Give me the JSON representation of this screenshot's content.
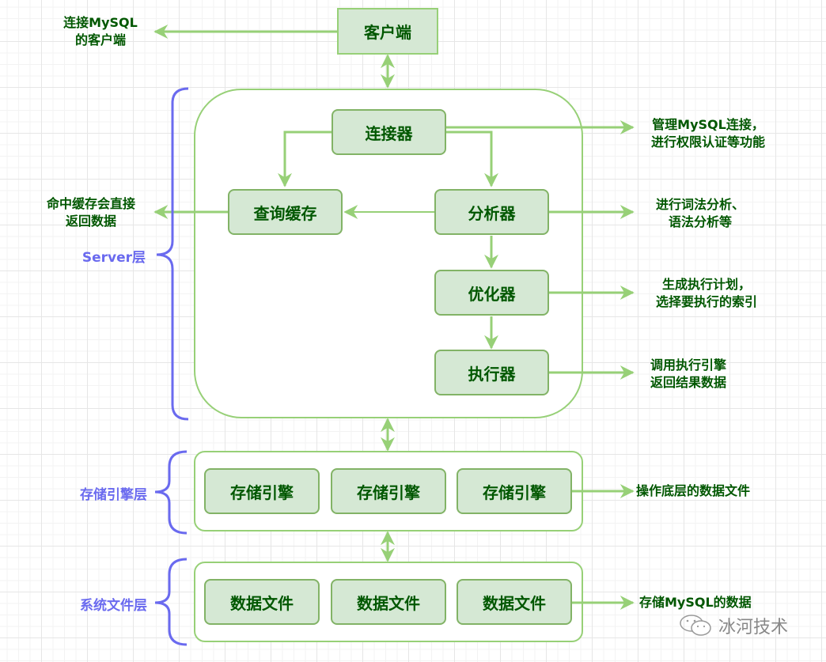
{
  "diagram_title": "MySQL 架构",
  "colors": {
    "node_fill": "#d5e8d4",
    "node_border": "#82b366",
    "arrow": "#97d077",
    "node_text": "#005700",
    "layer_brace": "#6a6aef"
  },
  "nodes": {
    "client": "客户端",
    "connector": "连接器",
    "query_cache": "查询缓存",
    "analyzer": "分析器",
    "optimizer": "优化器",
    "executor": "执行器",
    "storage_engines": [
      "存储引擎",
      "存储引擎",
      "存储引擎"
    ],
    "data_files": [
      "数据文件",
      "数据文件",
      "数据文件"
    ]
  },
  "notes": {
    "client": [
      "连接MySQL",
      "的客户端"
    ],
    "connector": [
      "管理MySQL连接，",
      "进行权限认证等功能"
    ],
    "query_cache": [
      "命中缓存会直接",
      "返回数据"
    ],
    "analyzer": [
      "进行词法分析、",
      "语法分析等"
    ],
    "optimizer": [
      "生成执行计划，",
      "选择要执行的索引"
    ],
    "executor": [
      "调用执行引擎",
      "返回结果数据"
    ],
    "storage": "操作底层的数据文件",
    "files": "存储MySQL的数据"
  },
  "layers": {
    "server": "Server层",
    "storage": "存储引擎层",
    "filesystem": "系统文件层"
  },
  "watermark": {
    "icon": "wechat-icon",
    "text": "冰河技术"
  }
}
